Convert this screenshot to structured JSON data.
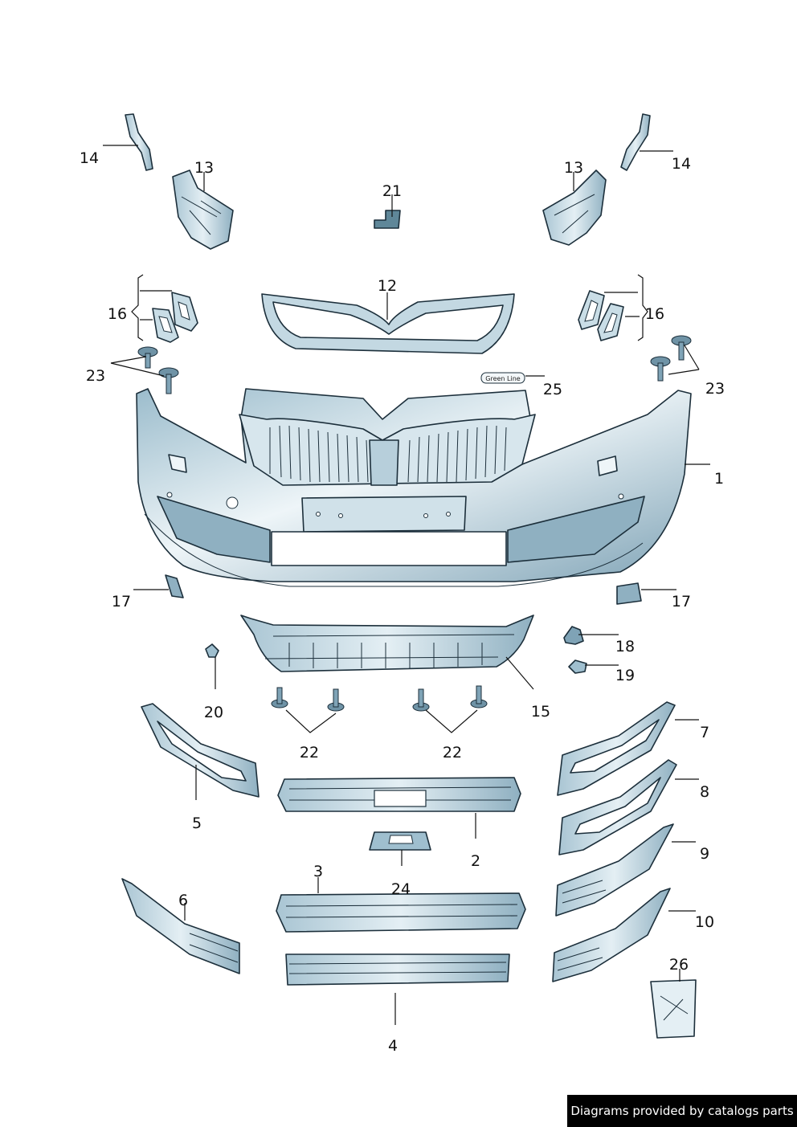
{
  "labels": {
    "p1": "1",
    "p2": "2",
    "p3": "3",
    "p4": "4",
    "p5": "5",
    "p6": "6",
    "p7": "7",
    "p8": "8",
    "p9": "9",
    "p10": "10",
    "p12": "12",
    "p13": "13",
    "p14": "14",
    "p15": "15",
    "p16": "16",
    "p17": "17",
    "p18": "18",
    "p19": "19",
    "p20": "20",
    "p21": "21",
    "p22": "22",
    "p23": "23",
    "p24": "24",
    "p25": "25",
    "p26": "26"
  },
  "badge_text": "Green Line",
  "footer": {
    "credit": "Diagrams provided by catalogs parts"
  },
  "colors": {
    "part_fill": "#c3d8e2",
    "part_dark": "#7fa3b6",
    "outline": "#1c2f3b",
    "credit_bg": "#000000"
  }
}
